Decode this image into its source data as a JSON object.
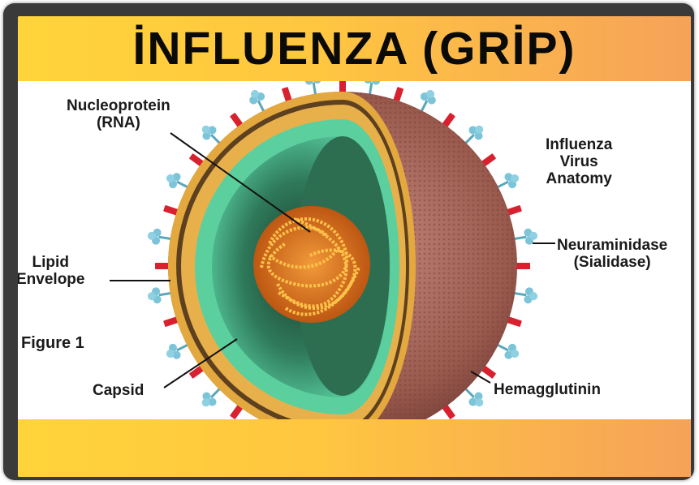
{
  "title": "İNFLUENZA (GRİP)",
  "diagram": {
    "heading_lines": [
      "Influenza",
      "Virus",
      "Anatomy"
    ],
    "figure_label": "Figure 1",
    "labels": {
      "nucleoprotein": [
        "Nucleoprotein",
        "(RNA)"
      ],
      "lipid_envelope": [
        "Lipid",
        "Envelope"
      ],
      "capsid": "Capsid",
      "neuraminidase": [
        "Neuraminidase",
        "(Sialidase)"
      ],
      "hemagglutinin": "Hemagglutinin"
    }
  },
  "colors": {
    "band_start": "#ffd43a",
    "band_end": "#f6a259",
    "frame": "#3a3a3a",
    "spike_red": "#d8202e",
    "spike_blue": "#6fb6cc",
    "envelope_outer": "#9a5a4e",
    "membrane": "#e0a63a",
    "capsid": "#3aae7e",
    "rna": "#e07a1a"
  }
}
